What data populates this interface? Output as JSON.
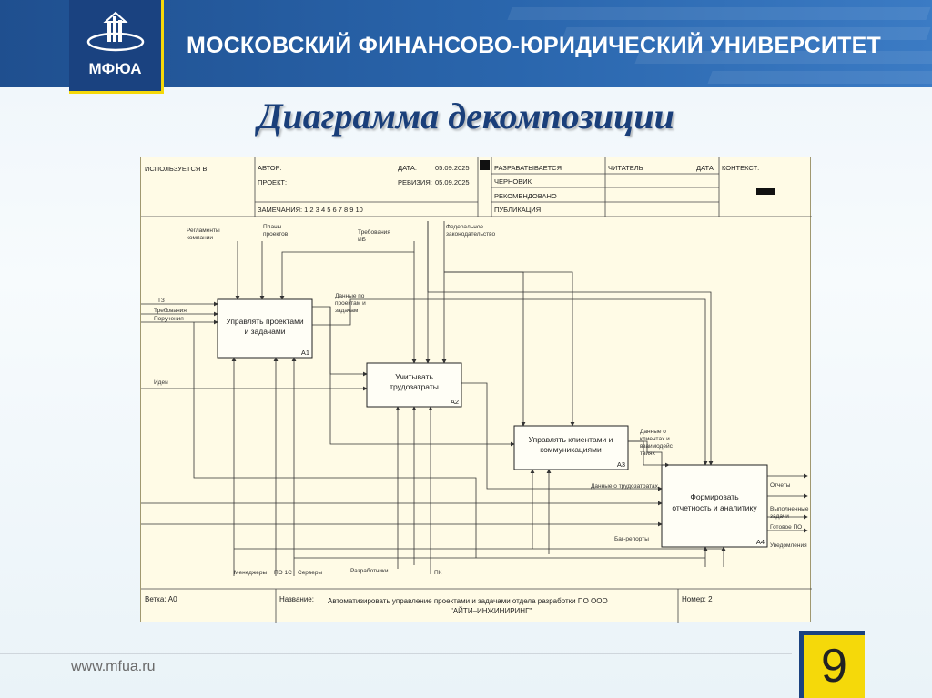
{
  "header": {
    "logo_text": "МФЮА",
    "university_name": "МОСКОВСКИЙ ФИНАНСОВО-ЮРИДИЧЕСКИЙ УНИВЕРСИТЕТ"
  },
  "slide_title": "Диаграмма декомпозиции",
  "idef0": {
    "form_header": {
      "used_in": "ИСПОЛЬЗУЕТСЯ В:",
      "author": "АВТОР:",
      "project": "ПРОЕКТ:",
      "notes": "ЗАМЕЧАНИЯ: 1 2 3 4 5 6 7 8 9 10",
      "date_label": "ДАТА:",
      "date_value": "05.09.2025",
      "revision_label": "РЕВИЗИЯ:",
      "revision_value": "05.09.2025",
      "status_in_work": "РАЗРАБАТЫВАЕТСЯ",
      "status_draft": "ЧЕРНОВИК",
      "status_recommended": "РЕКОМЕНДОВАНО",
      "status_publication": "ПУБЛИКАЦИЯ",
      "reader": "ЧИТАТЕЛЬ",
      "date_col": "ДАТА",
      "context": "КОНТЕКСТ:"
    },
    "footer": {
      "node": "Ветка: А0",
      "name_label": "Название:",
      "name_line1": "Автоматизировать управление проектами и задачами отдела разработки ПО ООО",
      "name_line2": "\"АЙТИ–ИНЖИНИРИНГ\"",
      "number": "Номер: 2"
    },
    "blocks": [
      {
        "line1": "Управлять проектами",
        "line2": "и задачами",
        "code": "A1"
      },
      {
        "line1": "Учитывать",
        "line2": "трудозатраты",
        "code": "A2"
      },
      {
        "line1": "Управлять клиентами и",
        "line2": "коммуникациями",
        "code": "A3"
      },
      {
        "line1": "Формировать",
        "line2": "отчетность и аналитику",
        "code": "A4"
      }
    ],
    "labels": {
      "reglamenty1": "Регламенты",
      "reglamenty2": "компании",
      "plany1": "Планы",
      "plany2": "проектов",
      "treb_ib1": "Требования",
      "treb_ib2": "ИБ",
      "fed1": "Федеральное",
      "fed2": "законодательство",
      "tz": "ТЗ",
      "trebovaniya": "Требования",
      "porucheniya": "Поручения",
      "idei": "Идеи",
      "dp1": "Данные по",
      "dp2": "проектам и",
      "dp3": "задачам",
      "dk1": "Данные о",
      "dk2": "клиентах и",
      "dk3": "взаимодейс",
      "dk4": "твиях",
      "dt": "Данные о трудозатратах",
      "bag": "Баг-репорты",
      "otchety": "Отчеты",
      "vz1": "Выполненные",
      "vz2": "задачи",
      "gotovoe": "Готовое ПО",
      "uved": "Уведомления",
      "menedzhery": "Менеджеры",
      "po1c": "ПО 1С",
      "servery": "Серверы",
      "razrab": "Разработчики",
      "pk": "ПК"
    }
  },
  "footer": {
    "website": "www.mfua.ru",
    "page_number": "9"
  },
  "colors": {
    "header_blue": "#2a66ad",
    "accent_yellow": "#f5d90a",
    "title_blue": "#1a3f7a",
    "diagram_bg": "#fffbe6"
  }
}
